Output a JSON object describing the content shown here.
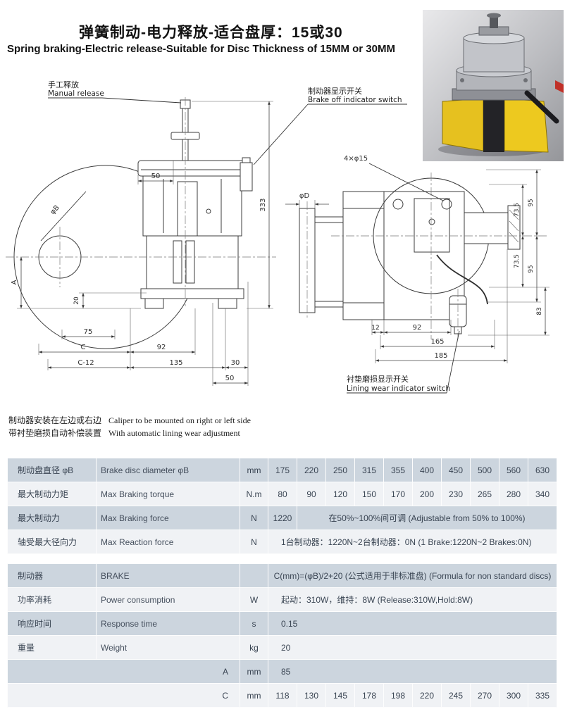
{
  "header": {
    "title_cn": "弹簧制动-电力释放-适合盘厚：15或30",
    "title_en": "Spring braking-Electric release-Suitable for Disc Thickness of 15MM or 30MM"
  },
  "drawing": {
    "callouts": {
      "manual_release_cn": "手工释放",
      "manual_release_en": "Manual release",
      "brake_off_cn": "制动器显示开关",
      "brake_off_en": "Brake off indicator switch",
      "lining_wear_cn": "衬垫磨损显示开关",
      "lining_wear_en": "Lining wear indicator switch",
      "holes_label": "4×φ15"
    },
    "left_dims": {
      "top50": "50",
      "h333": "333",
      "phiB": "φB",
      "a": "A",
      "v20": "20",
      "b75": "75",
      "c": "C",
      "w92": "92",
      "c12": "C-12",
      "w135": "135",
      "w30": "30",
      "bottom50": "50"
    },
    "right_dims": {
      "phiD": "φD",
      "u73a": "73.5",
      "u95a": "95",
      "u73b": "73.5",
      "u95b": "95",
      "v83": "83",
      "b12": "12",
      "b92": "92",
      "b165": "165",
      "b185": "185"
    }
  },
  "notes": {
    "line1_cn": "制动器安装在左边或右边",
    "line1_en": "Caliper to be mounted on right or left side",
    "line2_cn": "带衬垫磨损自动补偿装置",
    "line2_en": "With automatic lining wear adjustment"
  },
  "table1": {
    "r1": {
      "cn": "制动盘直径  φB",
      "en": "Brake disc diameter  φB",
      "unit": "mm",
      "values": [
        "175",
        "220",
        "250",
        "315",
        "355",
        "400",
        "450",
        "500",
        "560",
        "630"
      ]
    },
    "r2": {
      "cn": "最大制动力矩",
      "en": "Max Braking torque",
      "unit": "N.m",
      "values": [
        "80",
        "90",
        "120",
        "150",
        "170",
        "200",
        "230",
        "265",
        "280",
        "340"
      ]
    },
    "r3": {
      "cn": "最大制动力",
      "en": "Max Braking force",
      "unit": "N",
      "first": "1220",
      "span": "在50%~100%间可调  (Adjustable from 50% to 100%)"
    },
    "r4": {
      "cn": "轴受最大径向力",
      "en": "Max Reaction force",
      "unit": "N",
      "span": "1台制动器：1220N~2台制动器：0N  (1 Brake:1220N~2 Brakes:0N)"
    }
  },
  "table2": {
    "r1": {
      "cn": "制动器",
      "en": "BRAKE",
      "unit": "",
      "span": "C(mm)=(φB)/2+20  (公式适用于非标准盘) (Formula for non standard discs)"
    },
    "r2": {
      "cn": "功率消耗",
      "en": "Power consumption",
      "unit": "W",
      "span": "起动：310W，维持：8W  (Release:310W,Hold:8W)"
    },
    "r3": {
      "cn": "响应时间",
      "en": "Response time",
      "unit": "s",
      "span": "0.15"
    },
    "r4": {
      "cn": "重量",
      "en": "Weight",
      "unit": "kg",
      "span": "20"
    },
    "r5": {
      "label": "A",
      "unit": "mm",
      "span": "85"
    },
    "r6": {
      "label": "C",
      "unit": "mm",
      "values": [
        "118",
        "130",
        "145",
        "178",
        "198",
        "220",
        "245",
        "270",
        "300",
        "335"
      ]
    }
  }
}
